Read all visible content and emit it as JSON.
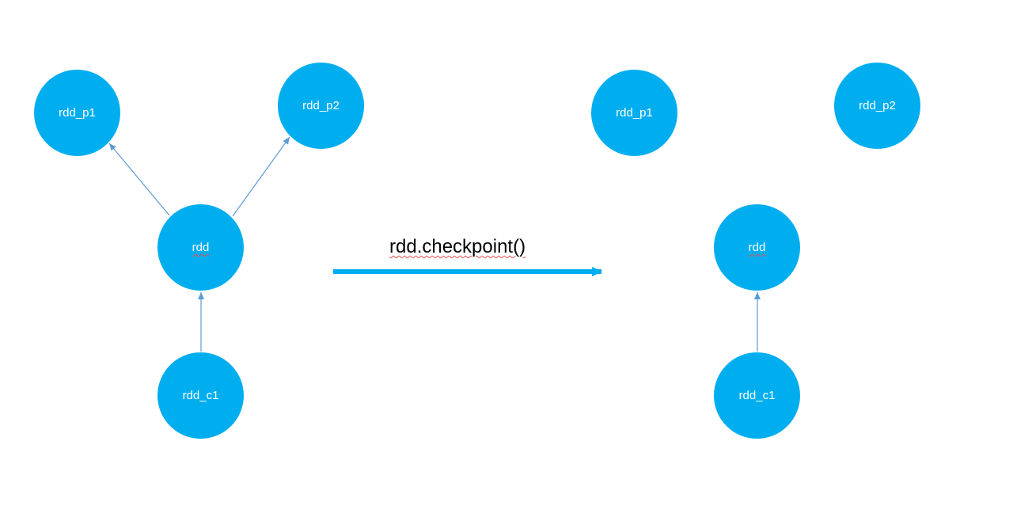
{
  "before": {
    "nodes": {
      "parent1": "rdd_p1",
      "parent2": "rdd_p2",
      "rdd": "rdd",
      "child1": "rdd_c1"
    }
  },
  "operation": {
    "label": "rdd.checkpoint()"
  },
  "after": {
    "nodes": {
      "parent1": "rdd_p1",
      "parent2": "rdd_p2",
      "rdd": "rdd",
      "child1": "rdd_c1"
    }
  },
  "colors": {
    "node_fill": "#00aeef",
    "node_text": "#ffffff",
    "edge": "#5b9bd5",
    "big_arrow": "#00aeef"
  }
}
